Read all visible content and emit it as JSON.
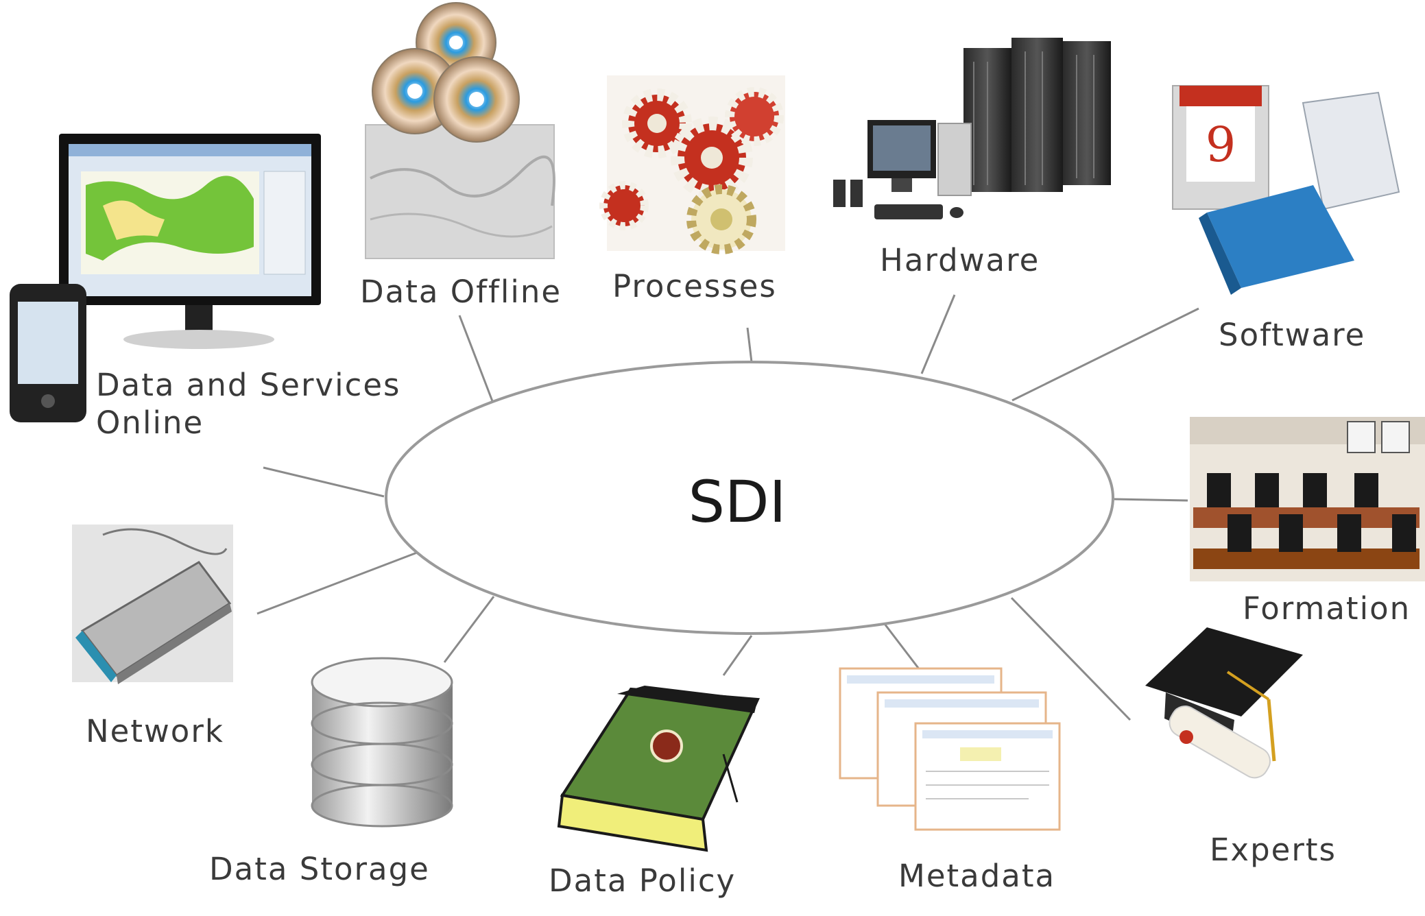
{
  "center": {
    "label": "SDI"
  },
  "components": {
    "data_services_online": {
      "line1": "Data and Services",
      "line2": "Online"
    },
    "data_offline": "Data Offline",
    "processes": "Processes",
    "hardware": "Hardware",
    "software": "Software",
    "formation": "Formation",
    "experts": "Experts",
    "metadata": "Metadata",
    "data_policy": "Data Policy",
    "data_storage": "Data Storage",
    "network": "Network"
  },
  "colors": {
    "line": "#8a8a8a",
    "ellipse_stroke": "#9a9a9a",
    "text": "#3a3a3a"
  }
}
